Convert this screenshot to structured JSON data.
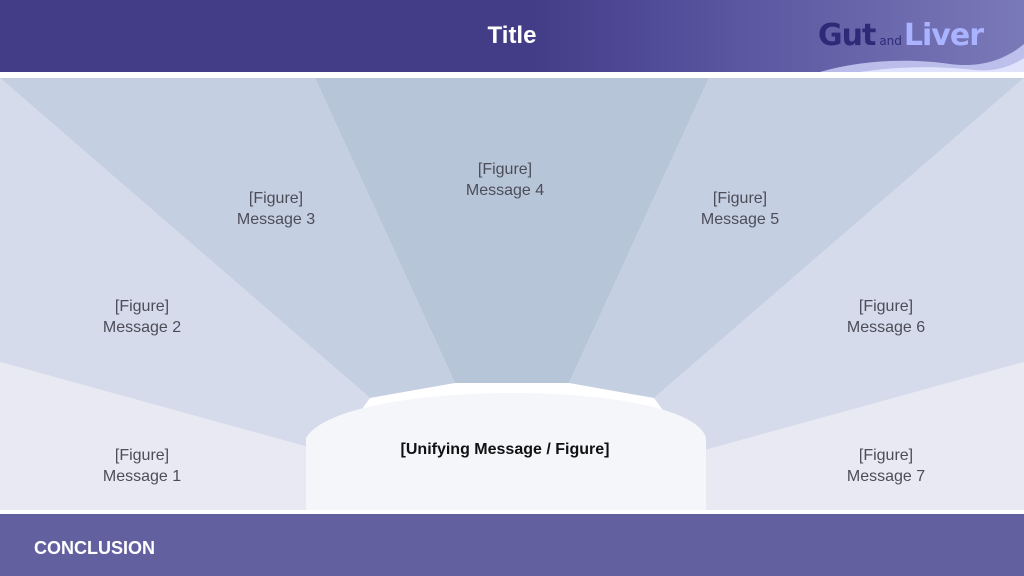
{
  "header": {
    "title": "Title",
    "logo": {
      "gut": "Gut",
      "and": "and",
      "liver": "Liver"
    }
  },
  "diagram": {
    "messages": [
      {
        "line1": "[Figure]",
        "line2": "Message 1"
      },
      {
        "line1": "[Figure]",
        "line2": "Message 2"
      },
      {
        "line1": "[Figure]",
        "line2": "Message 3"
      },
      {
        "line1": "[Figure]",
        "line2": "Message 4"
      },
      {
        "line1": "[Figure]",
        "line2": "Message 5"
      },
      {
        "line1": "[Figure]",
        "line2": "Message 6"
      },
      {
        "line1": "[Figure]",
        "line2": "Message 7"
      }
    ],
    "center": "[Unifying Message / Figure]"
  },
  "footer": {
    "label": "CONCLUSION"
  },
  "colors": {
    "header": "#433d88",
    "footer": "#6360a0",
    "ray_outer": "#e8e9f3",
    "ray_mid": "#d5dbeb",
    "ray_inner": "#c5cfe2",
    "ray_center": "#b7c5d8",
    "hub": "#f4f6fa"
  }
}
